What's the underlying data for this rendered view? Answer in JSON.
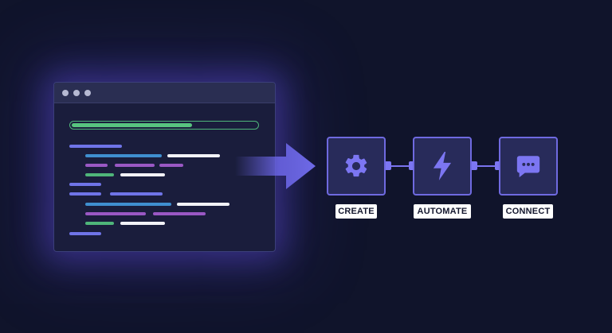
{
  "colors": {
    "background": "#10142b",
    "accent": "#7c76f2",
    "progress": "#58c47f",
    "code_blue": "#6f74e8",
    "code_teal": "#3f8fd0",
    "code_purple": "#9a58c4",
    "code_white": "#f2f2f7",
    "code_green": "#4fb57a"
  },
  "window": {
    "progress_fraction": 0.65
  },
  "steps": [
    {
      "label": "CREATE",
      "icon": "gear-icon"
    },
    {
      "label": "AUTOMATE",
      "icon": "lightning-bolt-icon"
    },
    {
      "label": "CONNECT",
      "icon": "chat-bubble-icon"
    }
  ]
}
